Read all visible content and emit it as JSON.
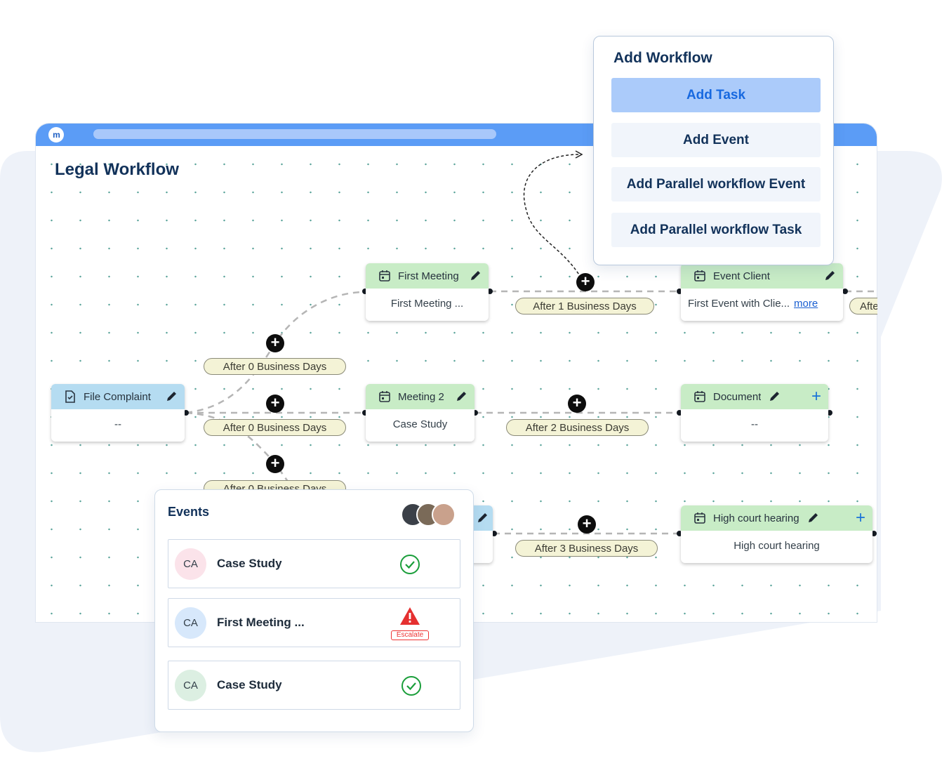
{
  "window": {
    "title": "Legal Workflow"
  },
  "nodes": {
    "file_complaint": {
      "title": "File Complaint",
      "body": "--"
    },
    "first_meeting": {
      "title": "First Meeting",
      "body": "First Meeting ..."
    },
    "meeting_2": {
      "title": "Meeting 2",
      "body": "Case Study"
    },
    "event_client": {
      "title": "Event Client",
      "body": "First Event with Clie...",
      "more": "more"
    },
    "document": {
      "title": "Document",
      "body": "--"
    },
    "high_court": {
      "title": "High court hearing",
      "body": "High court hearing"
    }
  },
  "delays": {
    "d1": "After 0 Business Days",
    "d2": "After 0 Business Days",
    "d3": "After 0 Business Days",
    "d4": "After 1 Business Days",
    "d5": "After 2 Business Days",
    "d6": "After 3 Business Days",
    "d7": "Afte"
  },
  "popup": {
    "title": "Add Workflow",
    "options": [
      "Add Task",
      "Add Event",
      "Add Parallel workflow Event",
      "Add Parallel workflow Task"
    ]
  },
  "events": {
    "title": "Events",
    "items": [
      {
        "badge": "CA",
        "name": "Case Study",
        "status": "done"
      },
      {
        "badge": "CA",
        "name": "First Meeting ...",
        "status": "escalated",
        "status_label": "Escalate"
      },
      {
        "badge": "CA",
        "name": "Case Study",
        "status": "done"
      }
    ]
  },
  "colors": {
    "accent": "#5b9cf6",
    "task_header": "#c8ecc6",
    "start_header": "#b5dcf1",
    "done": "#1a9e3a",
    "alert": "#e53030"
  }
}
